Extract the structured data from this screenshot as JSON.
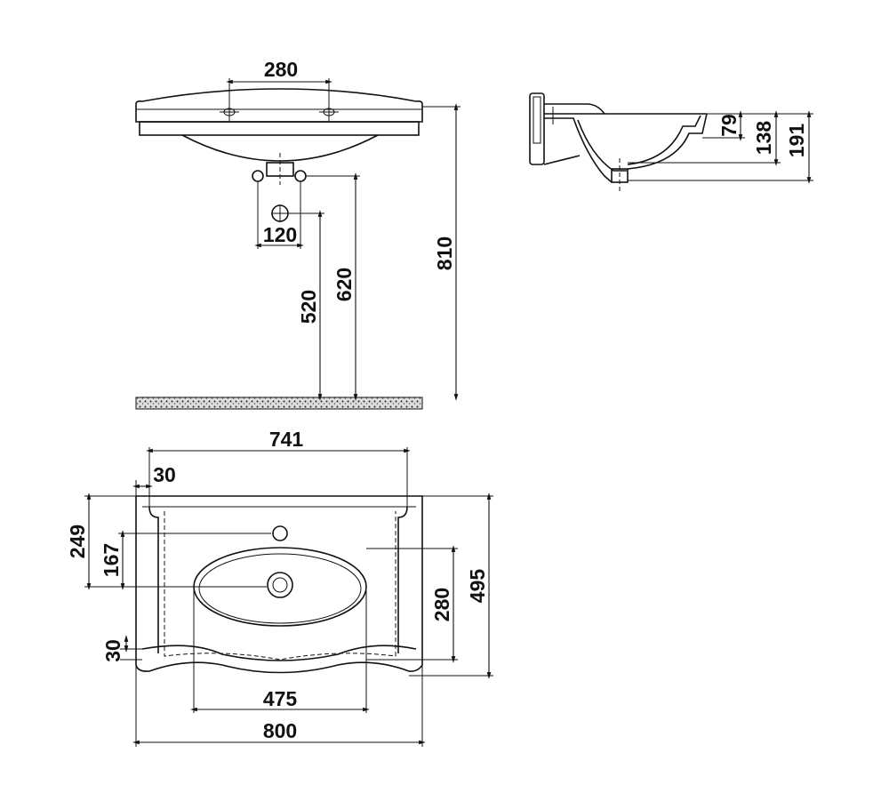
{
  "front_view": {
    "tap_hole_spacing": "280",
    "trap_spacing": "120",
    "waste_height": "520",
    "supply_height": "620",
    "rim_height": "810"
  },
  "side_view": {
    "bowl_depth": "79",
    "inner_depth": "138",
    "total_depth": "191"
  },
  "top_view": {
    "inner_width": "741",
    "side_margin": "30",
    "tap_hole_offset": "249",
    "drain_offset": "167",
    "front_margin": "30",
    "bowl_depth": "280",
    "total_depth": "495",
    "bowl_width": "475",
    "total_width": "800"
  }
}
